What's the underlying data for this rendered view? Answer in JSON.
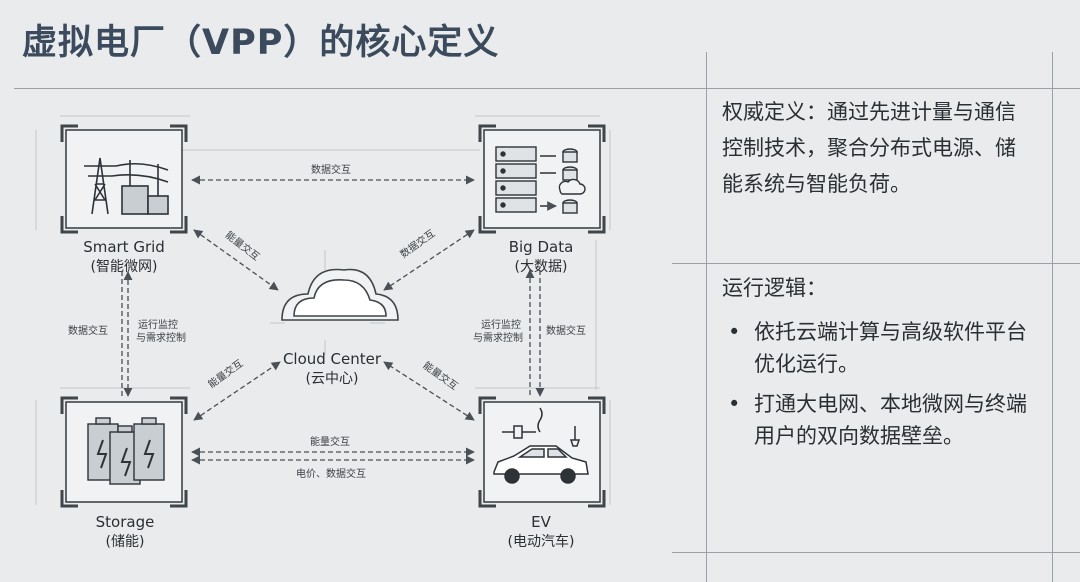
{
  "title": "虚拟电厂（VPP）的核心定义",
  "nodes": {
    "smart_grid": {
      "en": "Smart Grid",
      "cn": "(智能微网)"
    },
    "big_data": {
      "en": "Big Data",
      "cn": "(大数据)"
    },
    "cloud": {
      "en": "Cloud Center",
      "cn": "(云中心)"
    },
    "storage": {
      "en": "Storage",
      "cn": "(储能)"
    },
    "ev": {
      "en": "EV",
      "cn": "(电动汽车)"
    }
  },
  "edges": {
    "top": "数据交互",
    "grid_cloud": "能量交互",
    "bigdata_cloud": "数据交互",
    "left_a": "数据交互",
    "left_b1": "运行监控",
    "left_b2": "与需求控制",
    "right_a1": "运行监控",
    "right_a2": "与需求控制",
    "right_b": "数据交互",
    "storage_cloud": "能量交互",
    "ev_cloud": "能量交互",
    "bottom_a": "能量交互",
    "bottom_b": "电价、数据交互"
  },
  "panel": {
    "definition": "权威定义：通过先进计量与通信控制技术，聚合分布式电源、储能系统与智能负荷。",
    "logic_title": "运行逻辑：",
    "bullets": [
      "依托云端计算与高级软件平台优化运行。",
      "打通大电网、本地微网与终端用户的双向数据壁垒。"
    ]
  }
}
